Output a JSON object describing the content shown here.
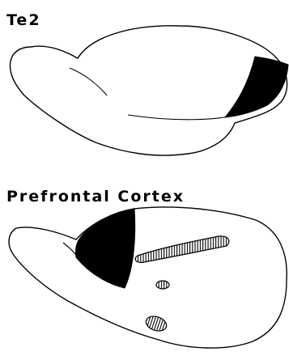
{
  "panels": [
    {
      "label": "Te2",
      "region_fill": "#000000"
    },
    {
      "label": "Prefrontal Cortex",
      "region_fill": "#000000",
      "hatch_fill": "hatched"
    }
  ],
  "colors": {
    "outline": "#000000",
    "filled_region": "#000000",
    "background": "#ffffff"
  }
}
